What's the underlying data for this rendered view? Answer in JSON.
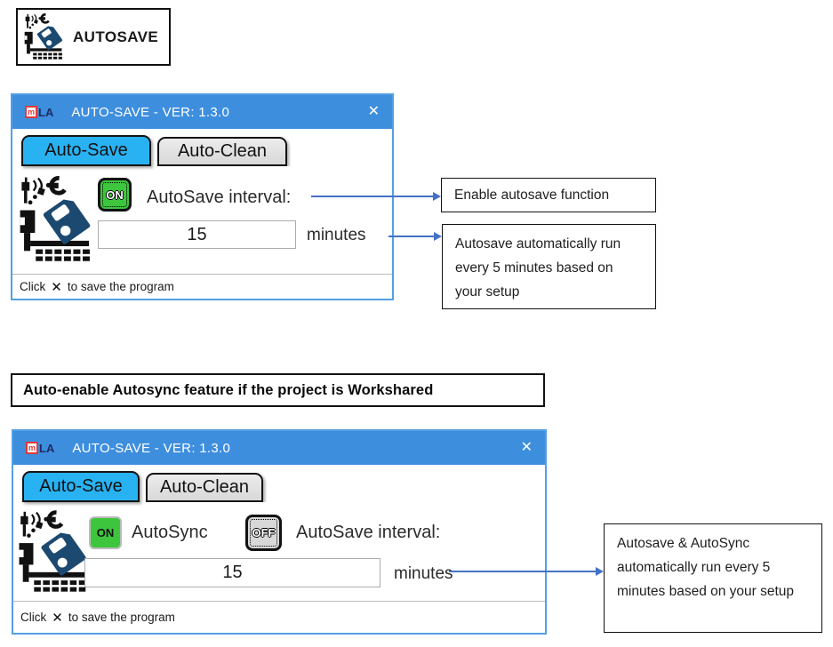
{
  "ribbon": {
    "label": "AUTOSAVE"
  },
  "logo": {
    "box": "m",
    "text": "LA"
  },
  "glyphs": {
    "close": "✕",
    "status_x": "✕"
  },
  "dialog1": {
    "title": "AUTO-SAVE - VER: 1.3.0",
    "tabs": {
      "save": "Auto-Save",
      "clean": "Auto-Clean"
    },
    "on_button": "ON",
    "interval_label": "AutoSave interval:",
    "interval_value": "15",
    "unit": "minutes",
    "status_prefix": "Click",
    "status_suffix": "to save the program"
  },
  "dialog2": {
    "title": "AUTO-SAVE - VER: 1.3.0",
    "tabs": {
      "save": "Auto-Save",
      "clean": "Auto-Clean"
    },
    "autosync_on_button": "ON",
    "autosync_label": "AutoSync",
    "autosave_off_button": "OFF",
    "interval_label": "AutoSave interval:",
    "interval_value": "15",
    "unit": "minutes",
    "status_prefix": "Click",
    "status_suffix": "to save the program"
  },
  "banner": {
    "text": "Auto-enable Autosync feature if the project is Workshared"
  },
  "callouts": {
    "enable": "Enable autosave function",
    "autosave_interval": "Autosave automatically run every 5 minutes based on your setup",
    "autosync_combined": "Autosave & AutoSync automatically run every 5 minutes based on your setup"
  },
  "colors": {
    "titlebar_blue": "#3E8EDE",
    "dialog_border_blue": "#54A0E4",
    "active_tab_cyan": "#29B2F2",
    "inactive_tab_gray": "#D8D8D8",
    "toggle_on_green": "#3EC53E",
    "toggle_off_gray": "#D8D8D8",
    "annotation_arrow_blue": "#4472C4",
    "icon_navy": "#1C4970"
  }
}
